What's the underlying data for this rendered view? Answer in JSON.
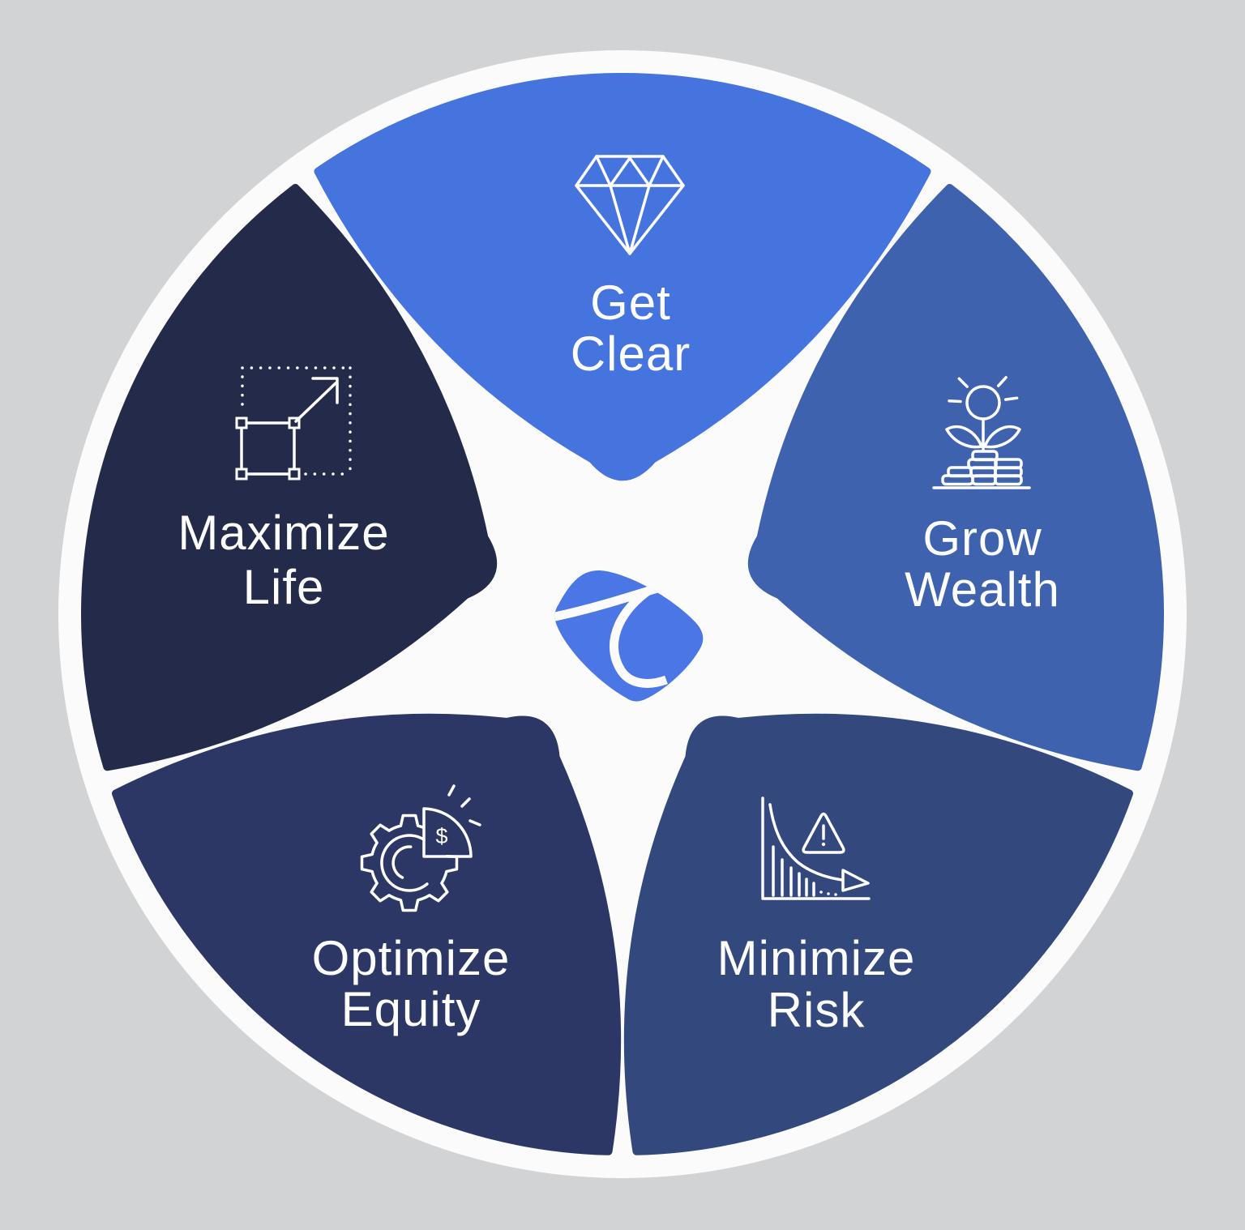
{
  "page": {
    "background_color": "#d2d3d4",
    "disc_color": "#fbfbfc",
    "description": "Five-segment financial planning wheel infographic"
  },
  "wheel": {
    "label_color": "#fdfdfe",
    "icon_stroke_color": "#ffffff",
    "segments": [
      {
        "id": "get-clear",
        "label_line1": "Get",
        "label_line2": "Clear",
        "color": "#4674df",
        "icon": "diamond-icon"
      },
      {
        "id": "grow-wealth",
        "label_line1": "Grow",
        "label_line2": "Wealth",
        "color": "#3e62ae",
        "icon": "plant-coins-icon"
      },
      {
        "id": "minimize-risk",
        "label_line1": "Minimize",
        "label_line2": "Risk",
        "color": "#33497e",
        "icon": "declining-chart-warning-icon"
      },
      {
        "id": "optimize-equity",
        "label_line1": "Optimize",
        "label_line2": "Equity",
        "color": "#2c3765",
        "icon": "gear-pie-dollar-icon"
      },
      {
        "id": "maximize-life",
        "label_line1": "Maximize",
        "label_line2": "Life",
        "color": "#242b4a",
        "icon": "scale-expand-icon"
      }
    ],
    "center_logo": {
      "name": "globe-pick-logo",
      "color": "#4a77e5",
      "line_color": "#fbfbfc"
    },
    "icons": {
      "currency_symbol": "$"
    }
  }
}
